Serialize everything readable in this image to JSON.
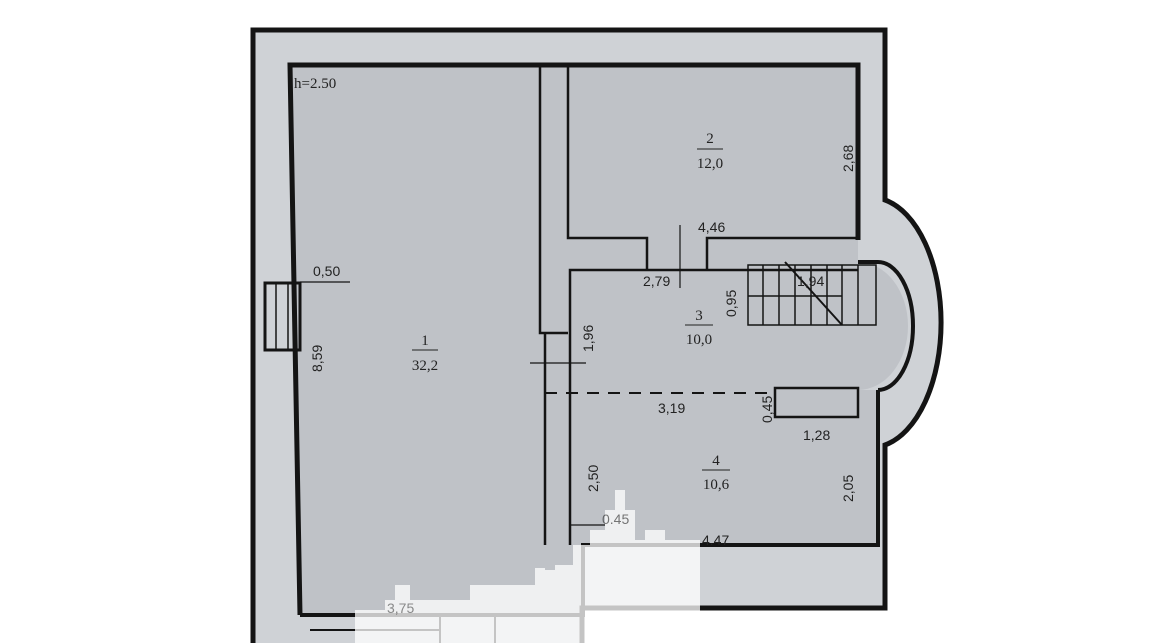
{
  "plan": {
    "ceiling_height": "h=2.50",
    "rooms": [
      {
        "number": "1",
        "area": "32,2"
      },
      {
        "number": "2",
        "area": "12,0"
      },
      {
        "number": "3",
        "area": "10,0"
      },
      {
        "number": "4",
        "area": "10,6"
      }
    ],
    "dimensions": {
      "wall_left": "0,50",
      "room1_height": "8,59",
      "room2_height": "2,68",
      "corridor_width": "4,46",
      "room3_top": "2,79",
      "room3_notch": "0,95",
      "stair": "1,94",
      "room3_side": "1,96",
      "room3_bottom": "3,19",
      "closet_height": "0,45",
      "closet_width": "1,28",
      "room4_left": "2,50",
      "room4_right": "2,05",
      "room4_notch": "0.45",
      "room4_bottom": "4.47",
      "room1_bottom": "3,75"
    }
  }
}
